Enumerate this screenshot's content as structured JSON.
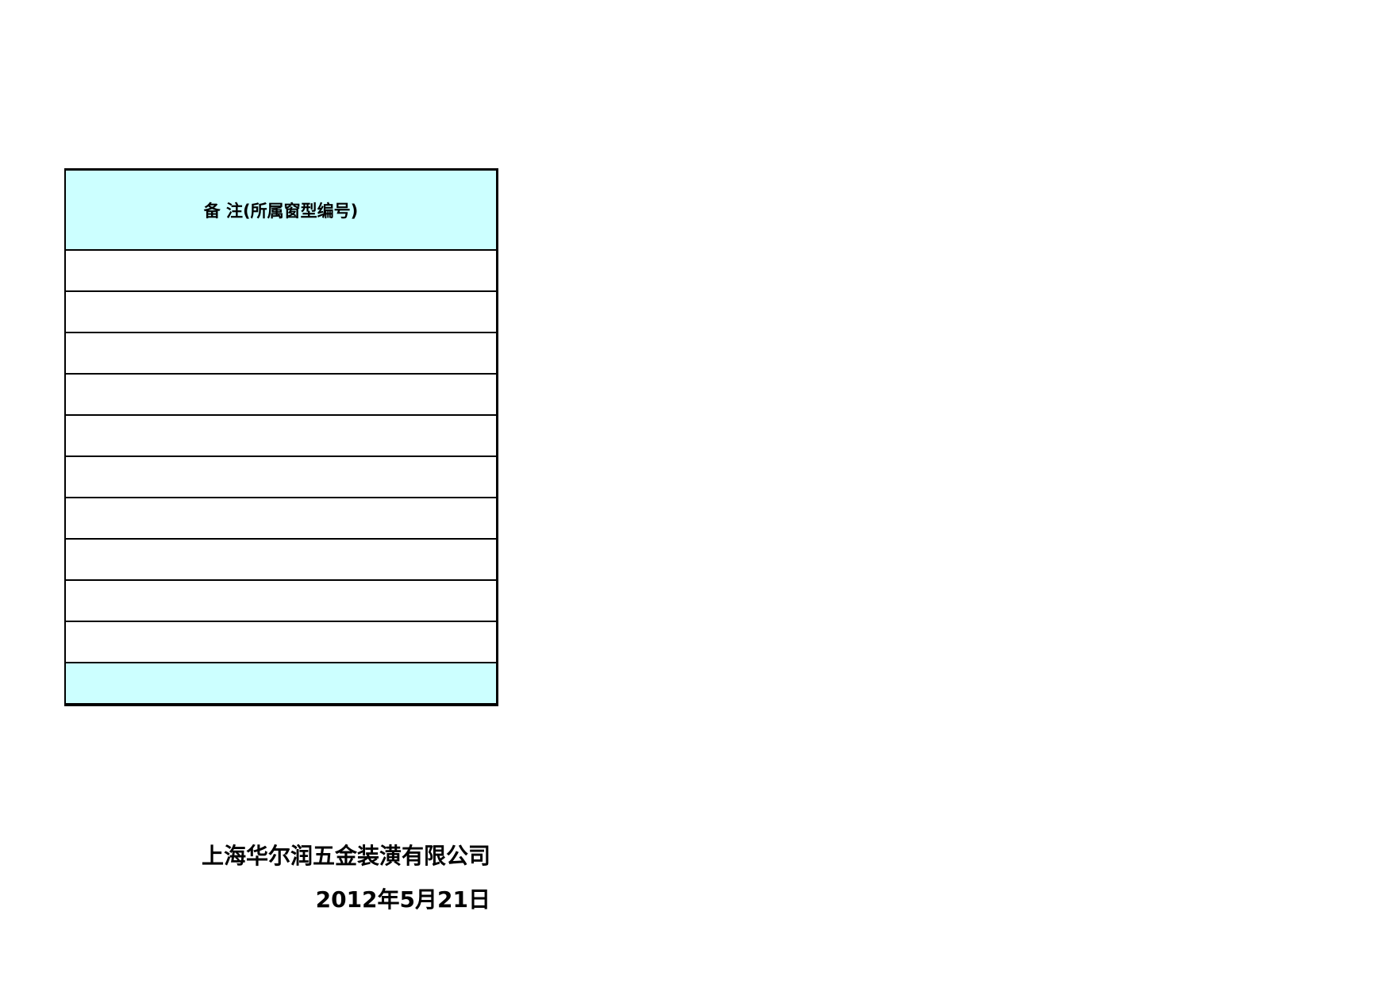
{
  "table": {
    "header": "备  注(所属窗型编号)",
    "rows": [
      "",
      "",
      "",
      "",
      "",
      "",
      "",
      "",
      "",
      ""
    ],
    "footer": "",
    "header_bg": "#ccffff",
    "footer_bg": "#ccffff"
  },
  "signature": {
    "company": "上海华尔润五金装潢有限公司",
    "date": "2012年5月21日"
  }
}
